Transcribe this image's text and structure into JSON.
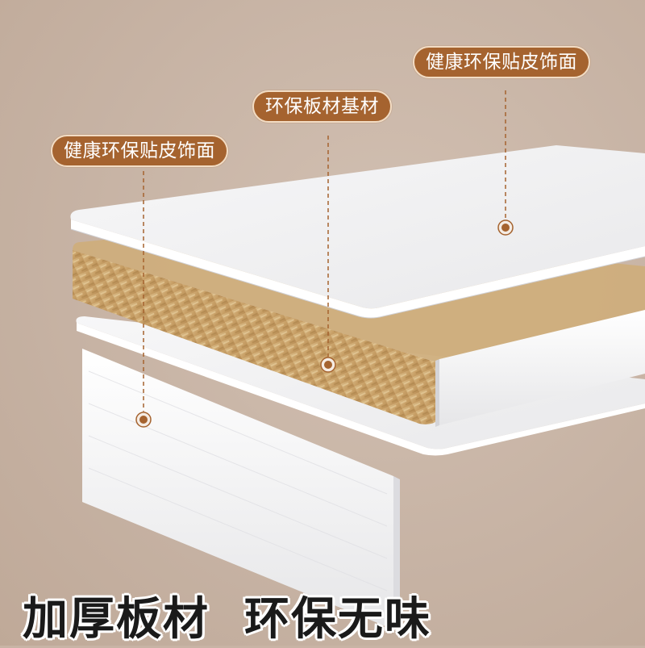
{
  "labels": [
    {
      "id": "top-surface",
      "text": "健康环保贴皮饰面"
    },
    {
      "id": "core-board",
      "text": "环保板材基材"
    },
    {
      "id": "bottom-surface",
      "text": "健康环保贴皮饰面"
    }
  ],
  "headline": {
    "part1": "加厚板材",
    "part2": "环保无味"
  },
  "colors": {
    "background": "#c8b4a5",
    "pill": "#a5632f",
    "pill_border": "#f2dcc4",
    "board_white": "#f4f4f5",
    "particle_board": "#c9a46e",
    "headline_text": "#1a1a1a"
  }
}
